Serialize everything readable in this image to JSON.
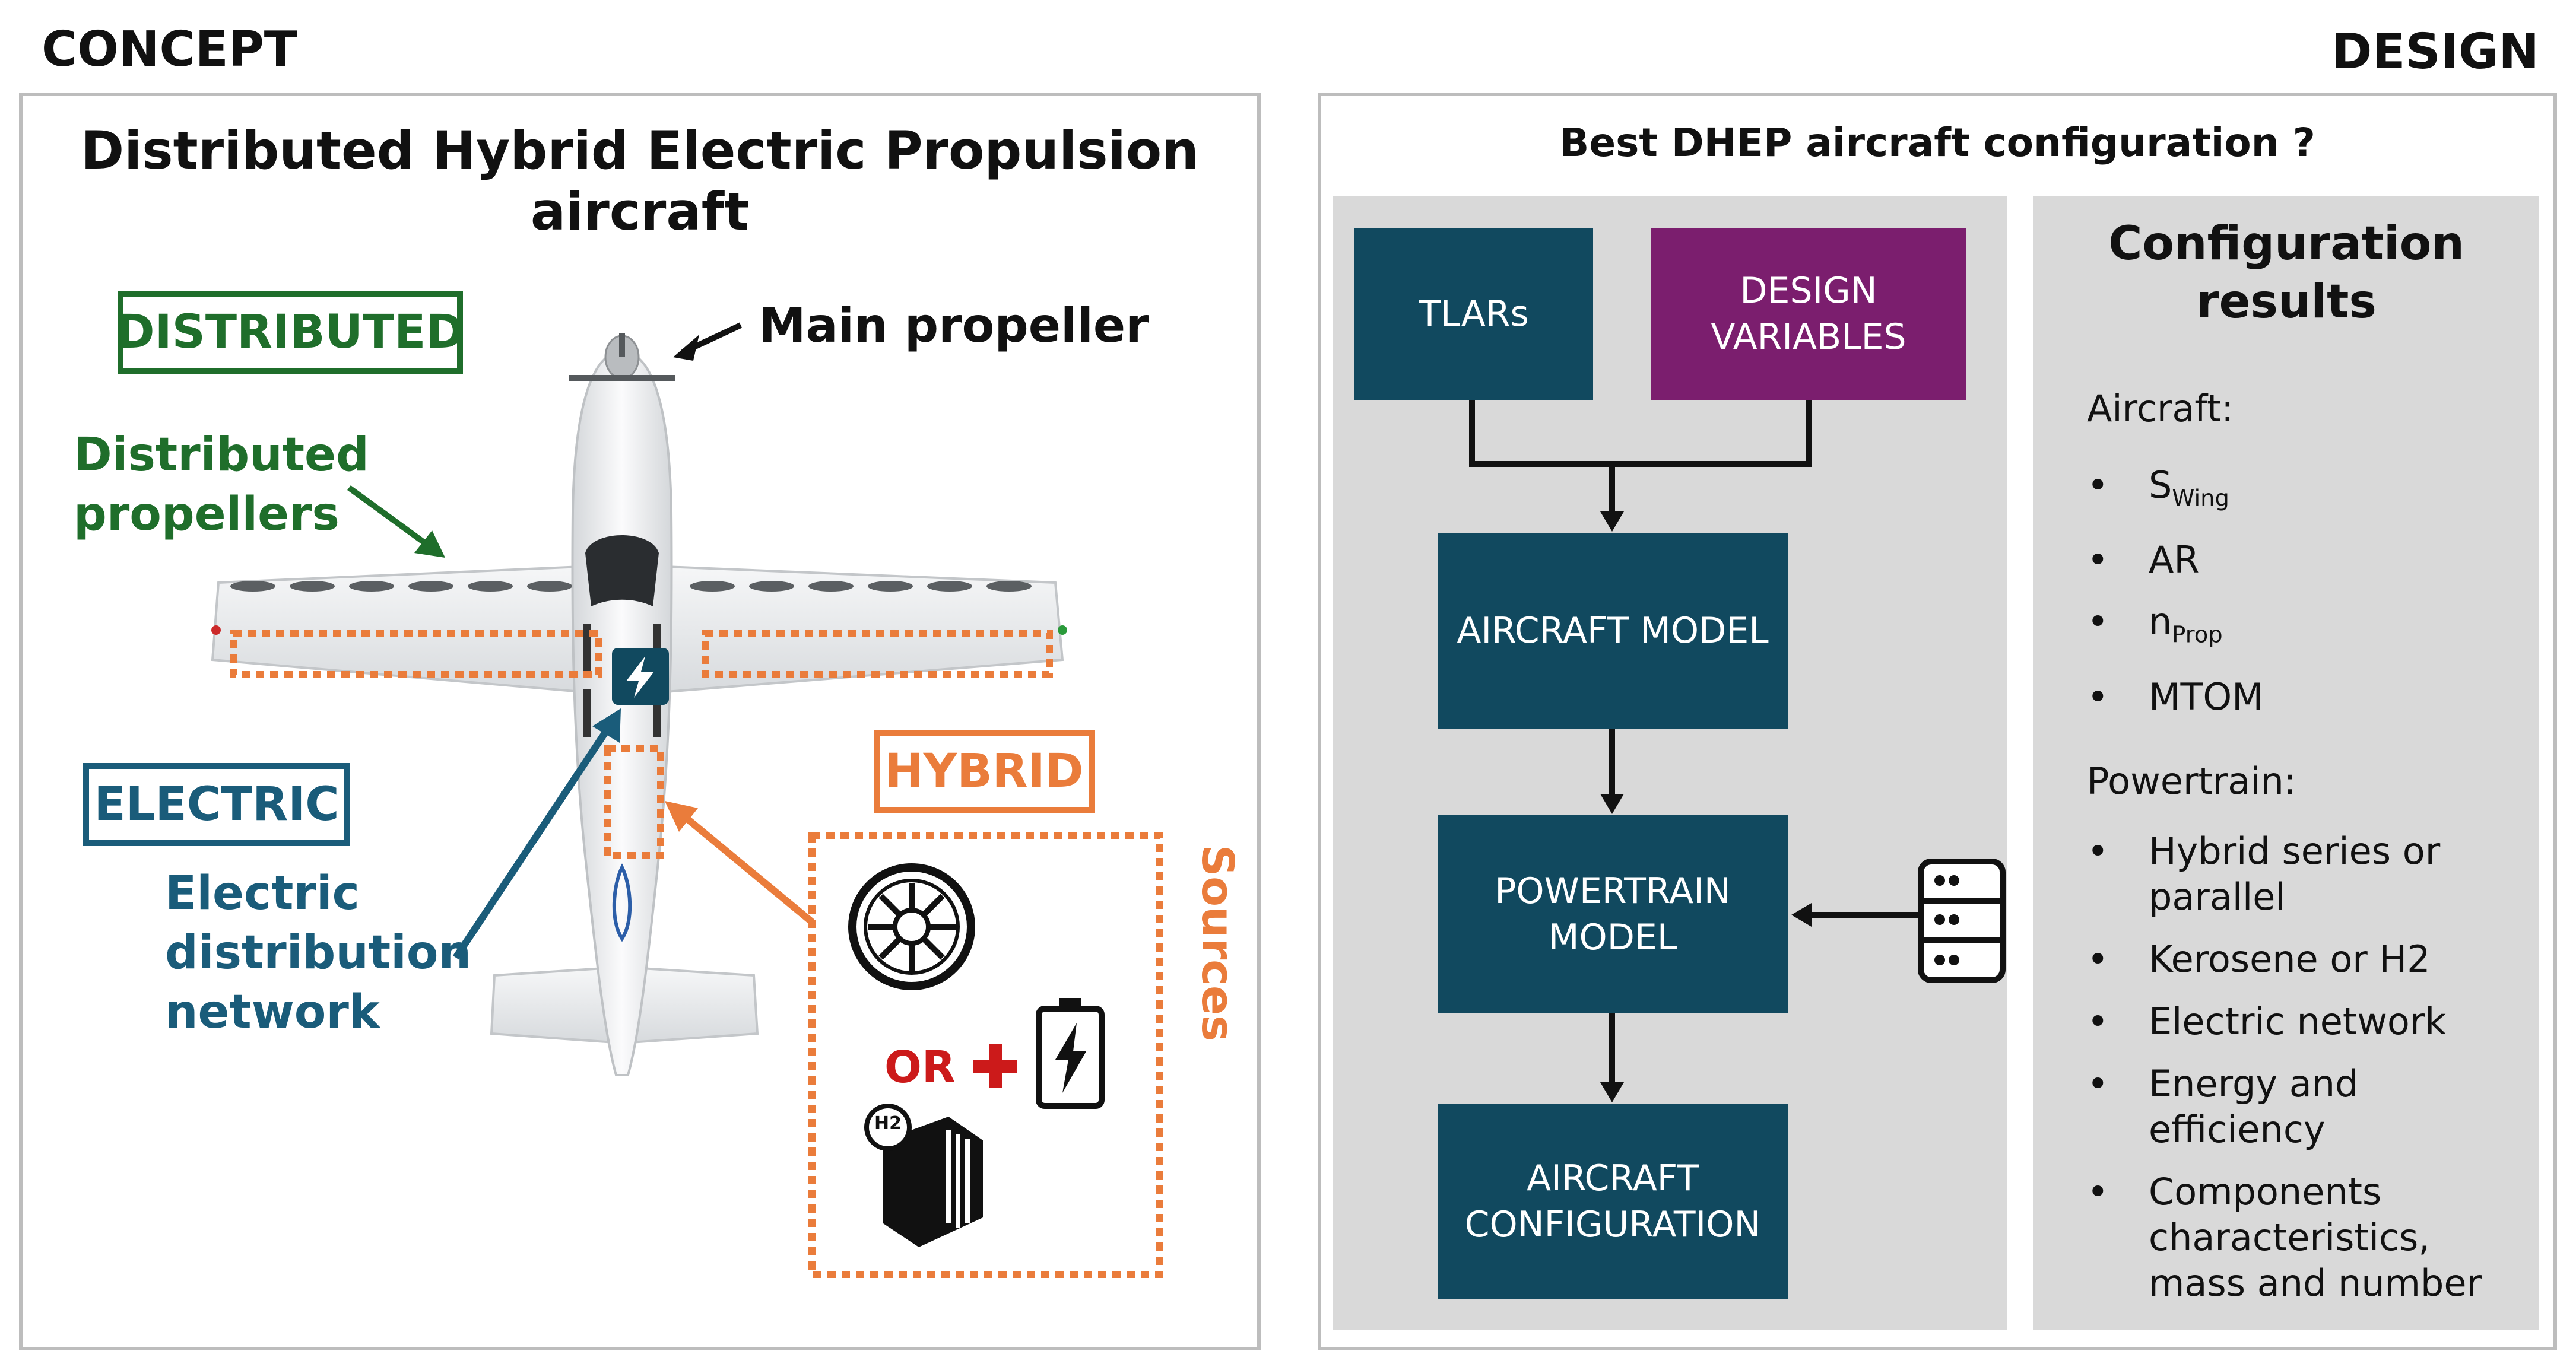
{
  "headers": {
    "concept": "CONCEPT",
    "design": "DESIGN"
  },
  "concept_panel": {
    "title": "Distributed Hybrid Electric Propulsion aircraft",
    "tags": {
      "distributed": "DISTRIBUTED",
      "electric": "ELECTRIC",
      "hybrid": "HYBRID"
    },
    "labels": {
      "main_propeller": "Main propeller",
      "distributed_propellers": "Distributed\npropellers",
      "electric_network": "Electric\ndistribution\nnetwork",
      "sources": "Sources",
      "or": "OR",
      "h2": "H2"
    }
  },
  "design_panel": {
    "title": "Best DHEP aircraft configuration ?",
    "flow": {
      "tlars": "TLARs",
      "design_variables": "DESIGN\nVARIABLES",
      "aircraft_model": "AIRCRAFT MODEL",
      "powertrain_model": "POWERTRAIN\nMODEL",
      "aircraft_configuration": "AIRCRAFT\nCONFIGURATION"
    },
    "results": {
      "title": "Configuration\nresults",
      "aircraft_heading": "Aircraft:",
      "aircraft_items": [
        {
          "main": "S",
          "sub": "Wing"
        },
        {
          "main": "AR",
          "sub": ""
        },
        {
          "main": "n",
          "sub": "Prop"
        },
        {
          "main": "MTOM",
          "sub": ""
        }
      ],
      "powertrain_heading": "Powertrain:",
      "powertrain_items": [
        "Hybrid series or\nparallel",
        "Kerosene or H2",
        "Electric network",
        "Energy and\nefficiency",
        "Components\ncharacteristics,\nmass and number"
      ]
    }
  },
  "colors": {
    "dark_blue": "#11495f",
    "purple": "#7b1e6e",
    "green": "#1f6e2b",
    "blue": "#1a5c7a",
    "orange": "#ea7c3b",
    "red": "#cc1a1a"
  }
}
